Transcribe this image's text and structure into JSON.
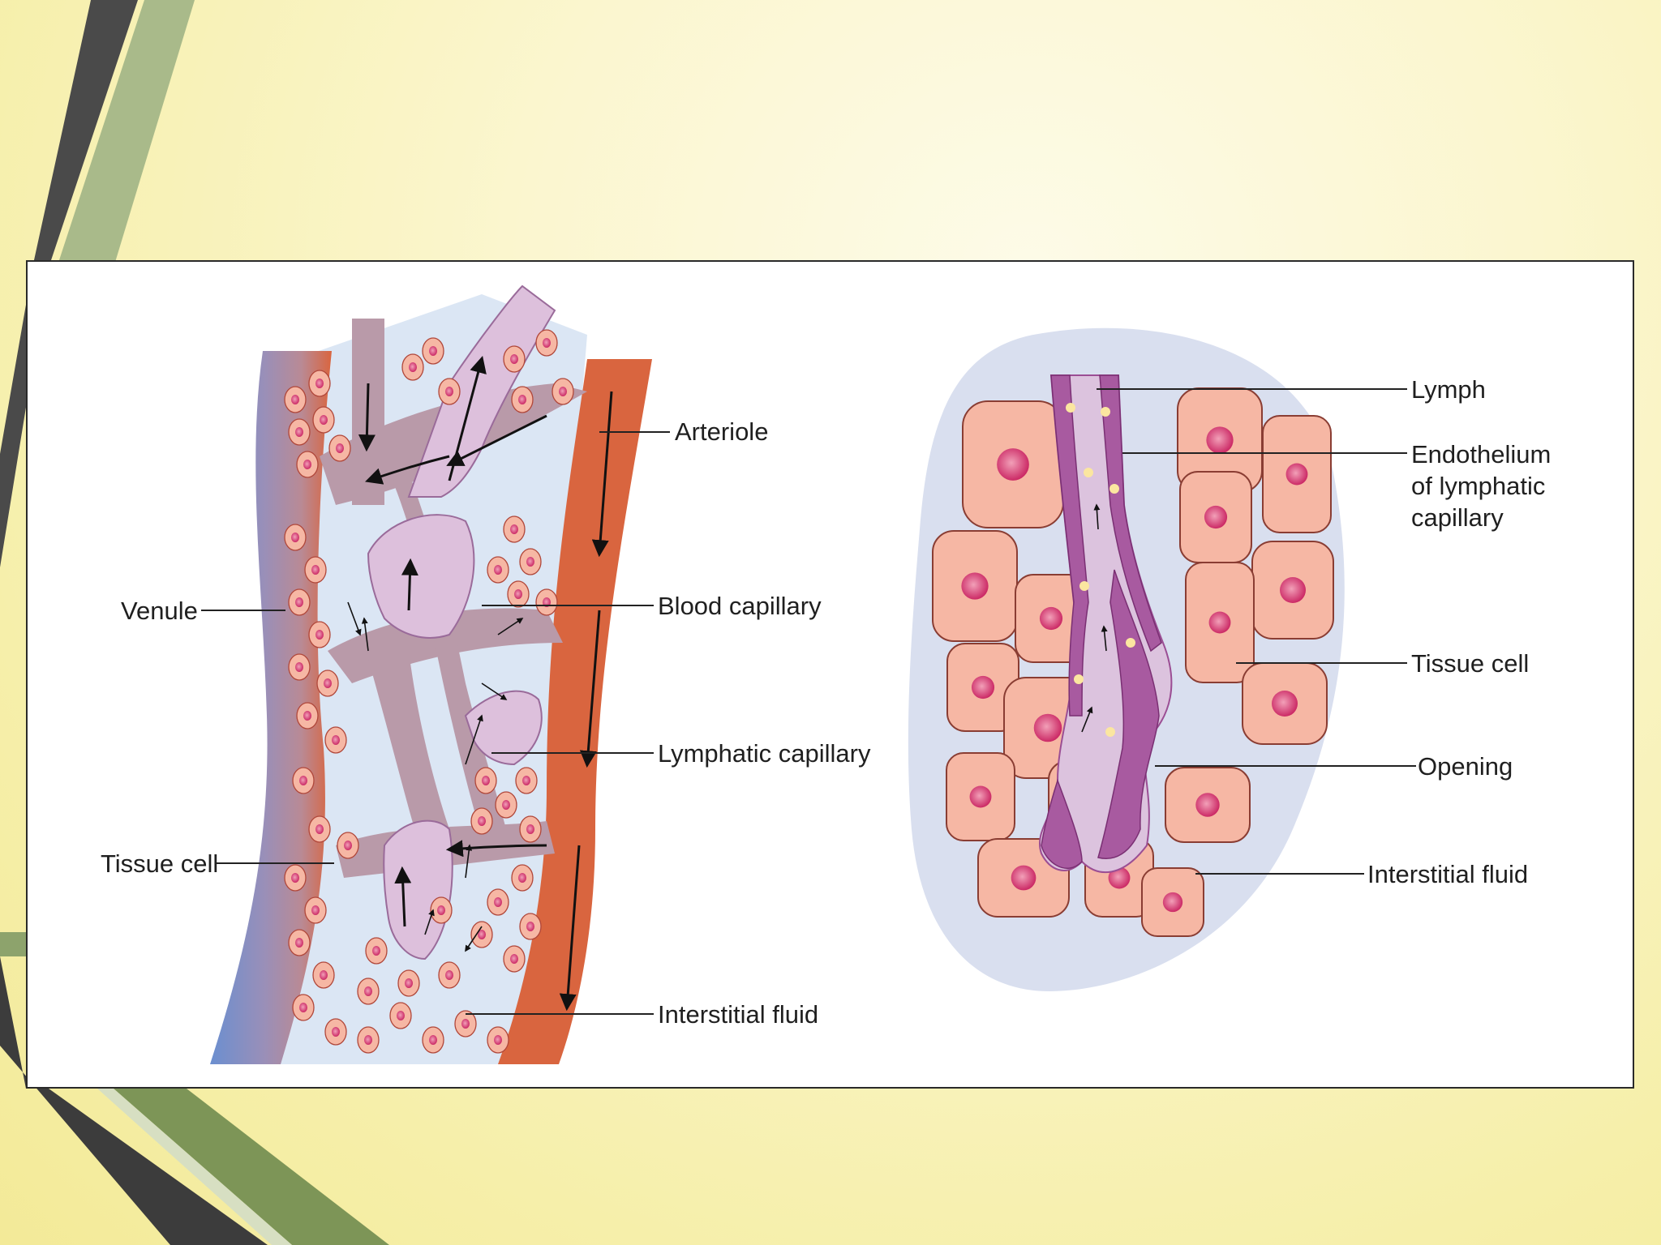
{
  "left_diagram": {
    "labels": {
      "arteriole": "Arteriole",
      "venule": "Venule",
      "blood_capillary": "Blood capillary",
      "lymphatic_capillary": "Lymphatic capillary",
      "tissue_cell": "Tissue cell",
      "interstitial_fluid": "Interstitial fluid"
    }
  },
  "right_diagram": {
    "labels": {
      "lymph": "Lymph",
      "endothelium_line1": "Endothelium",
      "endothelium_line2": "of lymphatic",
      "endothelium_line3": "capillary",
      "tissue_cell": "Tissue cell",
      "opening": "Opening",
      "interstitial_fluid": "Interstitial fluid"
    }
  },
  "colors": {
    "venule": "#6b8fd0",
    "arteriole": "#d9653f",
    "lymph": "#ddc0dc",
    "tissue_cell_fill": "#f6b7a4",
    "tissue_nucleus": "#d8336a",
    "interstitial_fluid": "#dbe6f4",
    "background": "#f8f2bf",
    "frame_dark": "#4a4a4a",
    "frame_green": "#8da36c"
  }
}
